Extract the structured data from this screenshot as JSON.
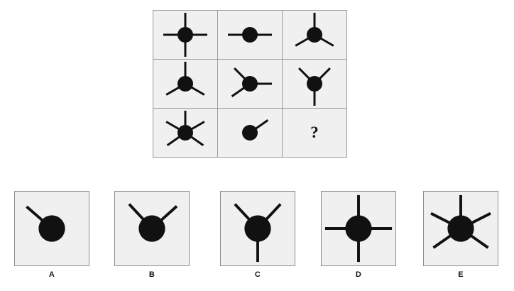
{
  "puzzle": {
    "title": "Matrix reasoning puzzle — radiating spokes",
    "style": {
      "cell_fill": "#f0f0f0",
      "grid_line": "#9a9a9a",
      "box_border": "#8c8c8c",
      "ink": "#111111",
      "page_background": "#ffffff"
    },
    "geometry": {
      "hub_radius_matrix": 11,
      "hub_radius_option": 19,
      "spoke_width_matrix": 3,
      "spoke_width_option": 4
    },
    "matrix": {
      "rows": 3,
      "columns": 3,
      "cells": [
        {
          "id": "cell-r1c1",
          "name": "four-spoke-cross",
          "spoke_count": 4,
          "spoke_angles_deg": [
            0,
            90,
            180,
            270
          ],
          "is_question": false,
          "label": ""
        },
        {
          "id": "cell-r1c2",
          "name": "two-spoke-horizontal",
          "spoke_count": 2,
          "spoke_angles_deg": [
            0,
            180
          ],
          "is_question": false,
          "label": ""
        },
        {
          "id": "cell-r1c3",
          "name": "three-spoke-up-downleft-downright",
          "spoke_count": 3,
          "spoke_angles_deg": [
            90,
            210,
            330
          ],
          "is_question": false,
          "label": ""
        },
        {
          "id": "cell-r2c1",
          "name": "three-spoke-up-downleft-downright",
          "spoke_count": 3,
          "spoke_angles_deg": [
            90,
            210,
            330
          ],
          "is_question": false,
          "label": ""
        },
        {
          "id": "cell-r2c2",
          "name": "three-spoke-upleft-downleft-right",
          "spoke_count": 3,
          "spoke_angles_deg": [
            0,
            135,
            215
          ],
          "is_question": false,
          "label": ""
        },
        {
          "id": "cell-r2c3",
          "name": "three-spoke-upleft-upright-down",
          "spoke_count": 3,
          "spoke_angles_deg": [
            45,
            135,
            270
          ],
          "is_question": false,
          "label": ""
        },
        {
          "id": "cell-r3c1",
          "name": "five-spoke-star",
          "spoke_count": 5,
          "spoke_angles_deg": [
            90,
            150,
            30,
            215,
            325
          ],
          "is_question": false,
          "label": ""
        },
        {
          "id": "cell-r3c2",
          "name": "one-spoke-upright",
          "spoke_count": 1,
          "spoke_angles_deg": [
            35
          ],
          "is_question": false,
          "label": ""
        },
        {
          "id": "cell-r3c3",
          "name": "missing-cell-question-mark",
          "spoke_count": 0,
          "spoke_angles_deg": [],
          "is_question": true,
          "label": "?"
        }
      ]
    },
    "options": [
      {
        "id": "option-a",
        "label": "A",
        "name": "one-spoke-upleft",
        "spoke_count": 1,
        "spoke_angles_deg": [
          139
        ]
      },
      {
        "id": "option-b",
        "label": "B",
        "name": "two-spoke-upleft-upright",
        "spoke_count": 2,
        "spoke_angles_deg": [
          133,
          42
        ]
      },
      {
        "id": "option-c",
        "label": "C",
        "name": "three-spoke-upleft-upright-down",
        "spoke_count": 3,
        "spoke_angles_deg": [
          133,
          47,
          270
        ]
      },
      {
        "id": "option-d",
        "label": "D",
        "name": "four-spoke-cross",
        "spoke_count": 4,
        "spoke_angles_deg": [
          90,
          0,
          270,
          180
        ]
      },
      {
        "id": "option-e",
        "label": "E",
        "name": "five-spoke-star",
        "spoke_count": 5,
        "spoke_angles_deg": [
          90,
          153,
          27,
          215,
          325
        ]
      }
    ]
  }
}
